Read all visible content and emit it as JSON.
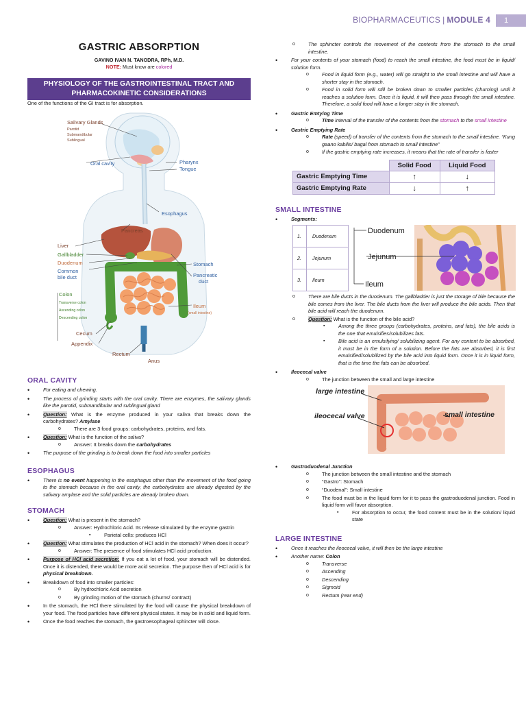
{
  "header": {
    "course": "BIOPHARMACEUTICS",
    "separator": "|",
    "module": "MODULE 4",
    "page": "1"
  },
  "doc": {
    "title": "GASTRIC ABSORPTION",
    "author": "GAVINO IVAN N. TANODRA, RPh, M.D.",
    "note_label": "NOTE:",
    "note_text": "Must know are",
    "note_colored": "colored",
    "banner": "PHYSIOLOGY OF THE GASTROINTESTINAL TRACT AND PHARMACOKINETIC CONSIDERATIONS",
    "intro": "One of the functions of the GI tract is for absorption."
  },
  "diagram_labels": {
    "salivary": "Salivary Glands",
    "parotid": "Parotid",
    "submandibular": "Submandibular",
    "sublingual": "Sublingual",
    "oral_cavity": "Oral cavity",
    "pharynx": "Pharynx",
    "tongue": "Tongue",
    "esophagus": "Esophagus",
    "pancreas": "Pancreas",
    "liver": "Liver",
    "gallbladder": "Gallbladder",
    "duodenum": "Duodenum",
    "common_bile_duct_1": "Common",
    "common_bile_duct_2": "bile duct",
    "stomach": "Stomach",
    "pancreatic_duct_1": "Pancreatic",
    "pancreatic_duct_2": "duct",
    "colon": "Colon",
    "transverse": "Transverse colon",
    "ascending": "Ascending colon",
    "descending": "Descending colon",
    "ileum": "Ileum",
    "small_intestine": "(small intestine)",
    "cecum": "Cecum",
    "appendix": "Appendix",
    "rectum": "Rectum",
    "anus": "Anus"
  },
  "oral_cavity": {
    "heading": "ORAL CAVITY",
    "b1": "For eating and chewing.",
    "b2": "The process of grinding starts with the oral cavity. There are enzymes, the salivary glands like the parotid, submandibular and sublingual gland",
    "q1_label": "Question:",
    "q1": "What is the enzyme produced in your saliva that breaks down the carbohydrates?",
    "q1_answer": "Amylase",
    "q1_sub": "There are 3 food groups: carbohydrates, proteins, and fats.",
    "q2_label": "Question:",
    "q2": "What is the function of the saliva?",
    "q2_answer_a": "Answer: It breaks down the",
    "q2_answer_b": "carbohydrates",
    "b3": "The purpose of the grinding is to break down the food into smaller particles"
  },
  "esophagus": {
    "heading": "ESOPHAGUS",
    "b1_a": "There is",
    "b1_b": "no event",
    "b1_c": "happening in the esophagus other than the movement of the food going to the stomach because in the oral cavity, the carbohydrates are already digested by the salivary amylase and the solid particles are already broken down."
  },
  "stomach": {
    "heading": "STOMACH",
    "q1_label": "Question:",
    "q1": "What is present in the stomach?",
    "q1_answer": "Answer: Hydrochloric Acid. Its release stimulated by the enzyme gastrin",
    "q1_sub": "Parietal cells: produces HCl",
    "q2_label": "Question:",
    "q2": "What stimulates the production of HCl acid in the stomach? When does it occur?",
    "q2_answer": "Answer: The presence of food stimulates HCl acid production.",
    "p_label": "Purpose of HCl acid secretion:",
    "p_text": "If you eat a lot of food, your stomach will be distended. Once it is distended, there would be more acid secretion. The purpose then of HCl acid is for",
    "p_bold": "physical breakdown.",
    "b_breakdown": "Breakdown of food into smaller particles:",
    "bd1": "By hydrochloric Acid secretion",
    "bd2": "By grinding motion of the stomach (churns/ contract)",
    "b_hcl": "In the stomach, the HCl there stimulated by the food will cause the physical breakdown of your food. The food particles have different physical states. It may be in solid and liquid form.",
    "b_sphincter": "Once the food reaches the stomach, the gastroesophageal sphincter will close."
  },
  "right_top": {
    "s1": "The sphincter controls the movement of the contents from the stomach to the small intestine.",
    "b1": "For your contents of your stomach (food) to reach the small intestine, the food must be in liquid/ solution form.",
    "b1_s1": "Food in liquid form (e.g., water) will go straight to the small intestine and will have a shorter stay in the stomach.",
    "b1_s2": "Food in solid form will still be broken down to smaller particles (churning) until it reaches a solution form. Once it is liquid, it will then pass through the small intestine. Therefore, a solid food will have a longer stay in the stomach.",
    "get_label": "Gastric Emtying Time",
    "get_time": "Time",
    "get_text_a": "interval of the transfer of the contents from the",
    "get_stomach": "stomach",
    "get_to": "to the",
    "get_small": "small intestine",
    "ger_label": "Gastric Emptying Rate",
    "ger_rate": "Rate",
    "ger_text": "(speed) of transfer of the contents from the stomach to the small intestine. “Kung gaano kabilis/ bagal from stomach to small intestine”",
    "ger_s2": "If the gastric emptying rate increases, it means that the rate of transfer is faster"
  },
  "gastric_table": {
    "headers": [
      "",
      "Solid Food",
      "Liquid Food"
    ],
    "rows": [
      {
        "label": "Gastric Emptying Time",
        "solid": "↑",
        "liquid": "↓"
      },
      {
        "label": "Gastric Emptying Rate",
        "solid": "↓",
        "liquid": "↑"
      }
    ]
  },
  "small_intestine": {
    "heading": "SMALL INTESTINE",
    "segments_label": "Segments:",
    "segments": [
      {
        "num": "1.",
        "name": "Duodenum"
      },
      {
        "num": "2.",
        "name": "Jejunum"
      },
      {
        "num": "3.",
        "name": "Ileum"
      }
    ],
    "image_labels": [
      "Duodenum",
      "Jejunum",
      "Ileum"
    ],
    "bile_s1": "There are bile ducts in the duodenum. The gallbladder is just the storage of bile because the bile comes from the liver. The bile ducts from the liver will produce the bile acids. Then that bile acid will reach the duodenum.",
    "bile_q_label": "Question:",
    "bile_q": "What is the function of the bile acid?",
    "bile_a1": "Among the three groups (carbohydrates, proteins, and fats), the bile acids is the one that emulsifies/solubilizes fats.",
    "bile_a2": "Bile acid is an emulsifying/ solubilizing agent. For any content to be absorbed, it must be in the form of a solution. Before the fats are absorbed, it is first emulsified/solubilized by the bile acid into liquid form. Once it is in liquid form, that is the time the fats can be absorbed.",
    "ileocecal_label": "Ileocecal valve",
    "ileocecal_s1": "The junction between the small and large intestine",
    "ic_labels": {
      "large": "large intestine",
      "valve": "ileocecal valve",
      "small": "small intestine"
    },
    "gd_label": "Gastroduodenal Junction",
    "gd_s1": "The junction between the small intestine and the stomach",
    "gd_s2": "“Gastro”: Stomach",
    "gd_s3": "“Duodenal”: Small intestine",
    "gd_s4": "The food must be in the liquid form for it to pass the gastroduodenal junction. Food in liquid form will favor absorption.",
    "gd_s4_sub": "For absorption to occur, the food content must be in the solution/ liquid state"
  },
  "large_intestine": {
    "heading": "LARGE INTESTINE",
    "b1": "Once it reaches the ileocecal valve, it will then be the large intestine",
    "b2_a": "Another name:",
    "b2_b": "Colon",
    "parts": [
      "Transverse",
      "Ascending",
      "Descending",
      "Sigmoid",
      "Rectum (rear end)"
    ]
  },
  "colors": {
    "accent": "#6b3ea0",
    "banner": "#5c3e8e",
    "highlight": "#a3249b",
    "header": "#7d6aa6"
  }
}
